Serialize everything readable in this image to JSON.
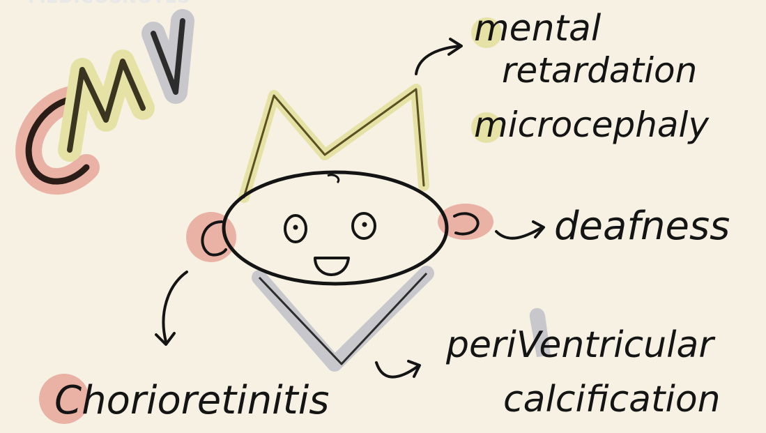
{
  "header_partial": "MEDICOSNOTES",
  "title": {
    "letters": [
      "C",
      "M",
      "V"
    ],
    "colors": {
      "C": "#e9b2a5",
      "M": "#e6e2a6",
      "V": "#c8c8cc"
    }
  },
  "labels": {
    "mental": "mental",
    "retardation": "retardation",
    "microcephaly": "microcephaly",
    "deafness": "deafness",
    "periventricular": "periVentricular",
    "calcification": "calcification",
    "chorioretinitis": "Chorioretinitis"
  },
  "colors": {
    "background": "#f6f1e3",
    "ink": "#141414",
    "crown_highlight": "#e6e2a6",
    "ear_highlight": "#e9b2a5",
    "chin_highlight": "#c8c8cc"
  }
}
